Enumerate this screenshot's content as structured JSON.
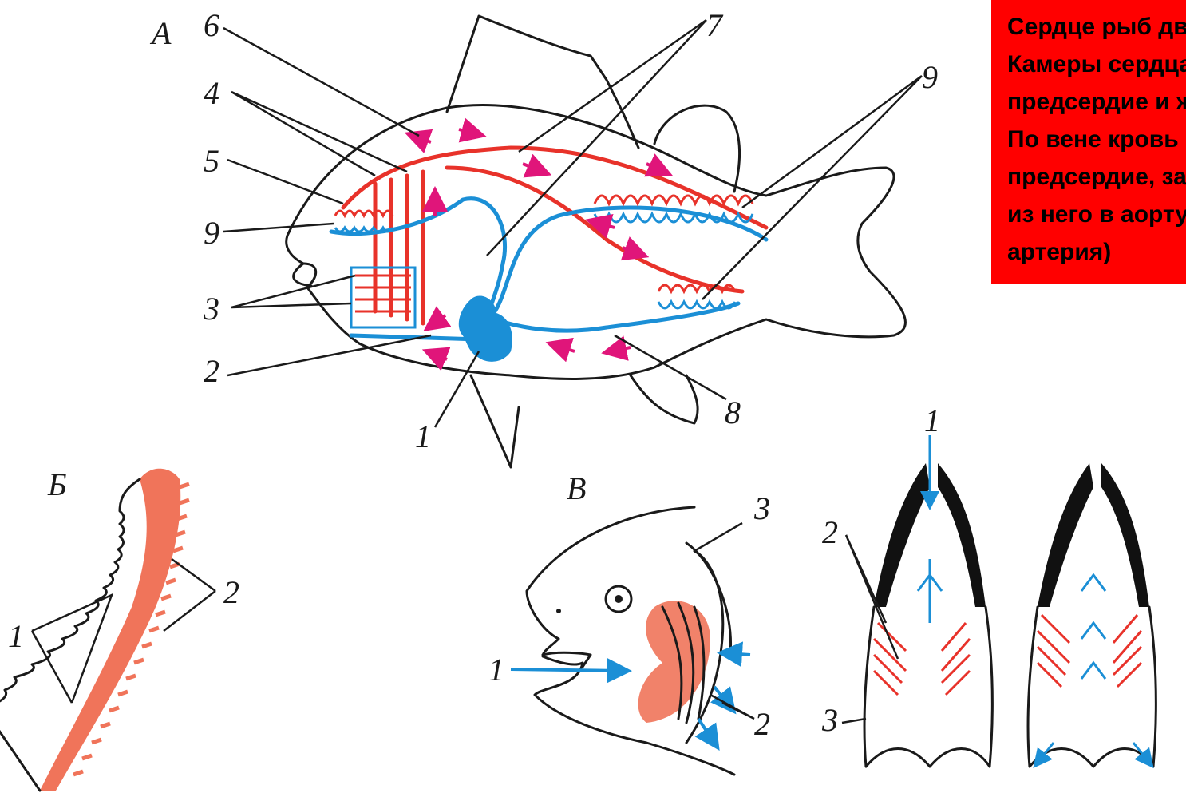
{
  "panel_labels": {
    "a": "А",
    "b": "Б",
    "v": "В"
  },
  "fish_labels": {
    "n1": "1",
    "n2": "2",
    "n3": "3",
    "n4": "4",
    "n5": "5",
    "n6": "6",
    "n7": "7",
    "n8": "8",
    "n9_right": "9",
    "n9_left": "9"
  },
  "gill_labels": {
    "n1": "1",
    "n2": "2"
  },
  "head_labels": {
    "n1": "1",
    "n2": "2",
    "n3": "3"
  },
  "arch_labels": {
    "n1": "1",
    "n2": "2",
    "n3": "3"
  },
  "text_block": {
    "lines": [
      "Сердце рыб двухкамерное.",
      "Камеры сердца:",
      "предсердие и желудочек.",
      "По вене кровь поступает в",
      "предсердие, затем в желудочек,",
      "из него в аорту (брюшная",
      "артерия)"
    ]
  },
  "colors": {
    "artery": "#e8322a",
    "vein": "#1b8fd6",
    "flow_arrow": "#e0157a",
    "panel": "#ff0000",
    "gill_tissue": "#f0745a"
  },
  "icons": [
    "heart-icon",
    "flow-arrow-icon",
    "water-flow-arrow-icon"
  ]
}
